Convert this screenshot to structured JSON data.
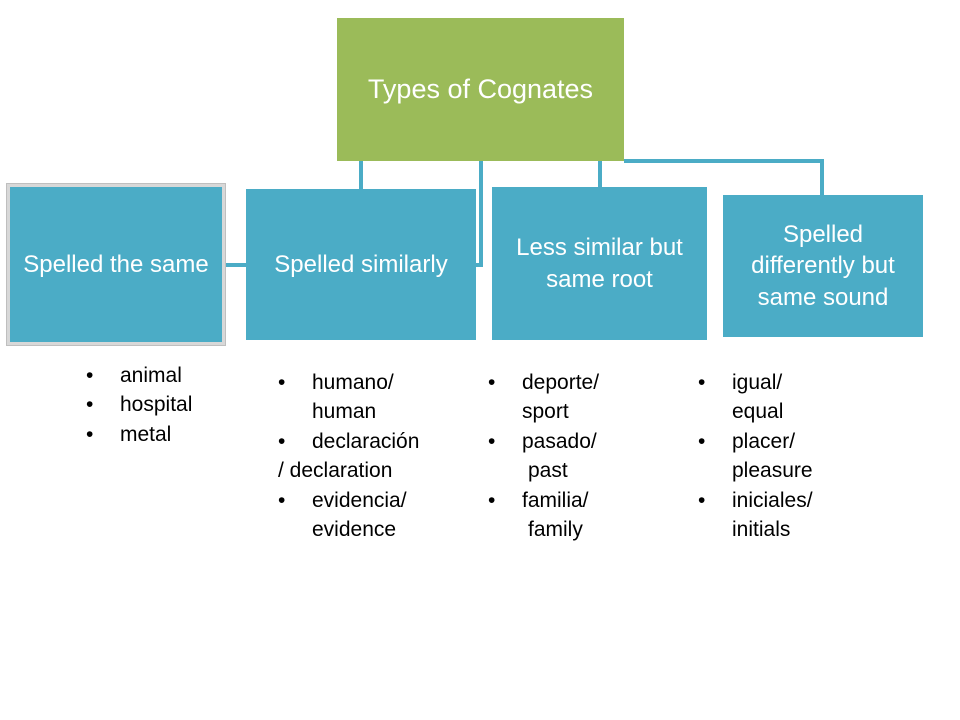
{
  "root": {
    "label": "Types of Cognates"
  },
  "categories": [
    {
      "label": "Spelled the same",
      "examples": [
        {
          "lines": [
            "animal"
          ]
        },
        {
          "lines": [
            "hospital"
          ]
        },
        {
          "lines": [
            "metal"
          ]
        }
      ]
    },
    {
      "label": "Spelled similarly",
      "examples": [
        {
          "lines": [
            "humano/",
            "human"
          ]
        },
        {
          "lines": [
            "declaración",
            "/ declaration"
          ]
        },
        {
          "lines": [
            "evidencia/",
            "evidence"
          ]
        }
      ]
    },
    {
      "label": "Less similar but same root",
      "examples": [
        {
          "lines": [
            "deporte/",
            "sport"
          ]
        },
        {
          "lines": [
            "pasado/",
            "past"
          ]
        },
        {
          "lines": [
            "familia/",
            "family"
          ]
        }
      ]
    },
    {
      "label": "Spelled differently but same sound",
      "examples": [
        {
          "lines": [
            "igual/",
            "equal"
          ]
        },
        {
          "lines": [
            "placer/",
            "pleasure"
          ]
        },
        {
          "lines": [
            "iniciales/",
            "initials"
          ]
        }
      ]
    }
  ],
  "colors": {
    "root_fill": "#9bbb59",
    "child_fill": "#4bacc6",
    "connector": "#4bacc6",
    "label_text": "#ffffff",
    "bullet_text": "#000000"
  }
}
